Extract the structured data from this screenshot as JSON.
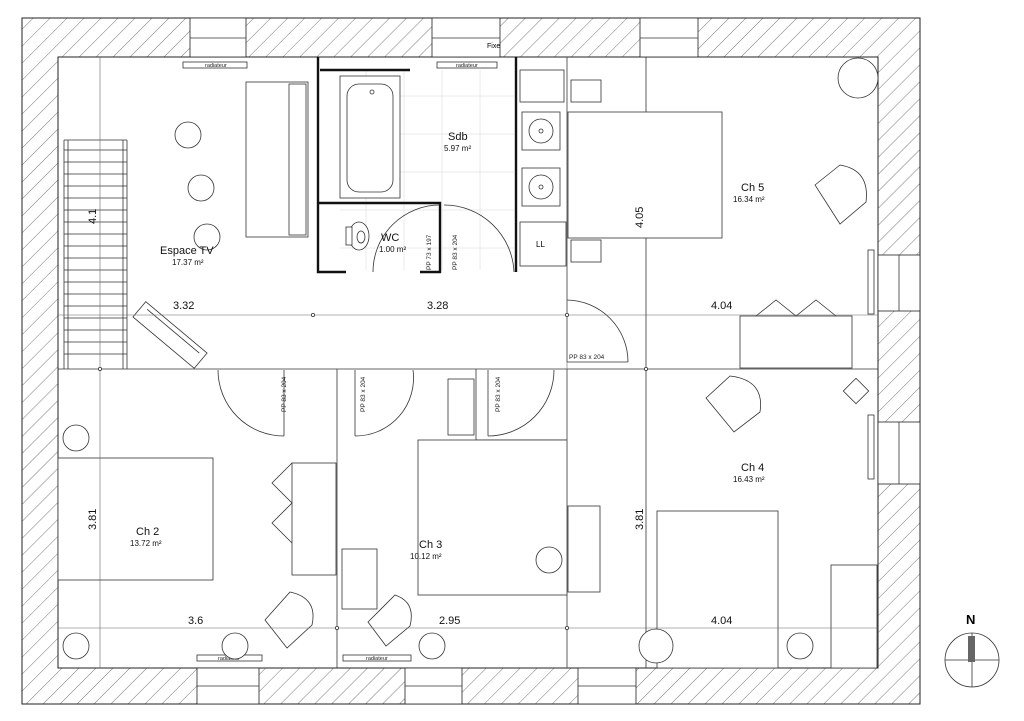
{
  "rooms": {
    "espace_tv": {
      "name": "Espace TV",
      "area": "17.37 m²"
    },
    "sdb": {
      "name": "Sdb",
      "area": "5.97 m²"
    },
    "wc": {
      "name": "WC",
      "area": "1.00 m²"
    },
    "ch5": {
      "name": "Ch 5",
      "area": "16.34 m²"
    },
    "ch2": {
      "name": "Ch 2",
      "area": "13.72 m²"
    },
    "ch3": {
      "name": "Ch 3",
      "area": "10.12 m²"
    },
    "ch4": {
      "name": "Ch 4",
      "area": "16.43 m²"
    }
  },
  "dimensions": {
    "top_row": [
      "3.32",
      "3.28",
      "4.04"
    ],
    "bottom_row": [
      "3.6",
      "2.95",
      "4.04"
    ],
    "left_upper": "4.1",
    "left_lower": "3.81",
    "mid_upper": "4.05",
    "mid_lower": "3.81"
  },
  "doors": {
    "wc": "PP 73 x 197",
    "sdb": "PP 83 x 204",
    "ch5": "PP 83 x 204",
    "ch2": "PP 83 x 204",
    "ch3a": "PP 83 x 204",
    "ch3b": "PP 83 x 204"
  },
  "labels": {
    "radiator": "radiateur",
    "fixe": "Fixe",
    "ll": "LL"
  },
  "compass": {
    "north": "N"
  }
}
